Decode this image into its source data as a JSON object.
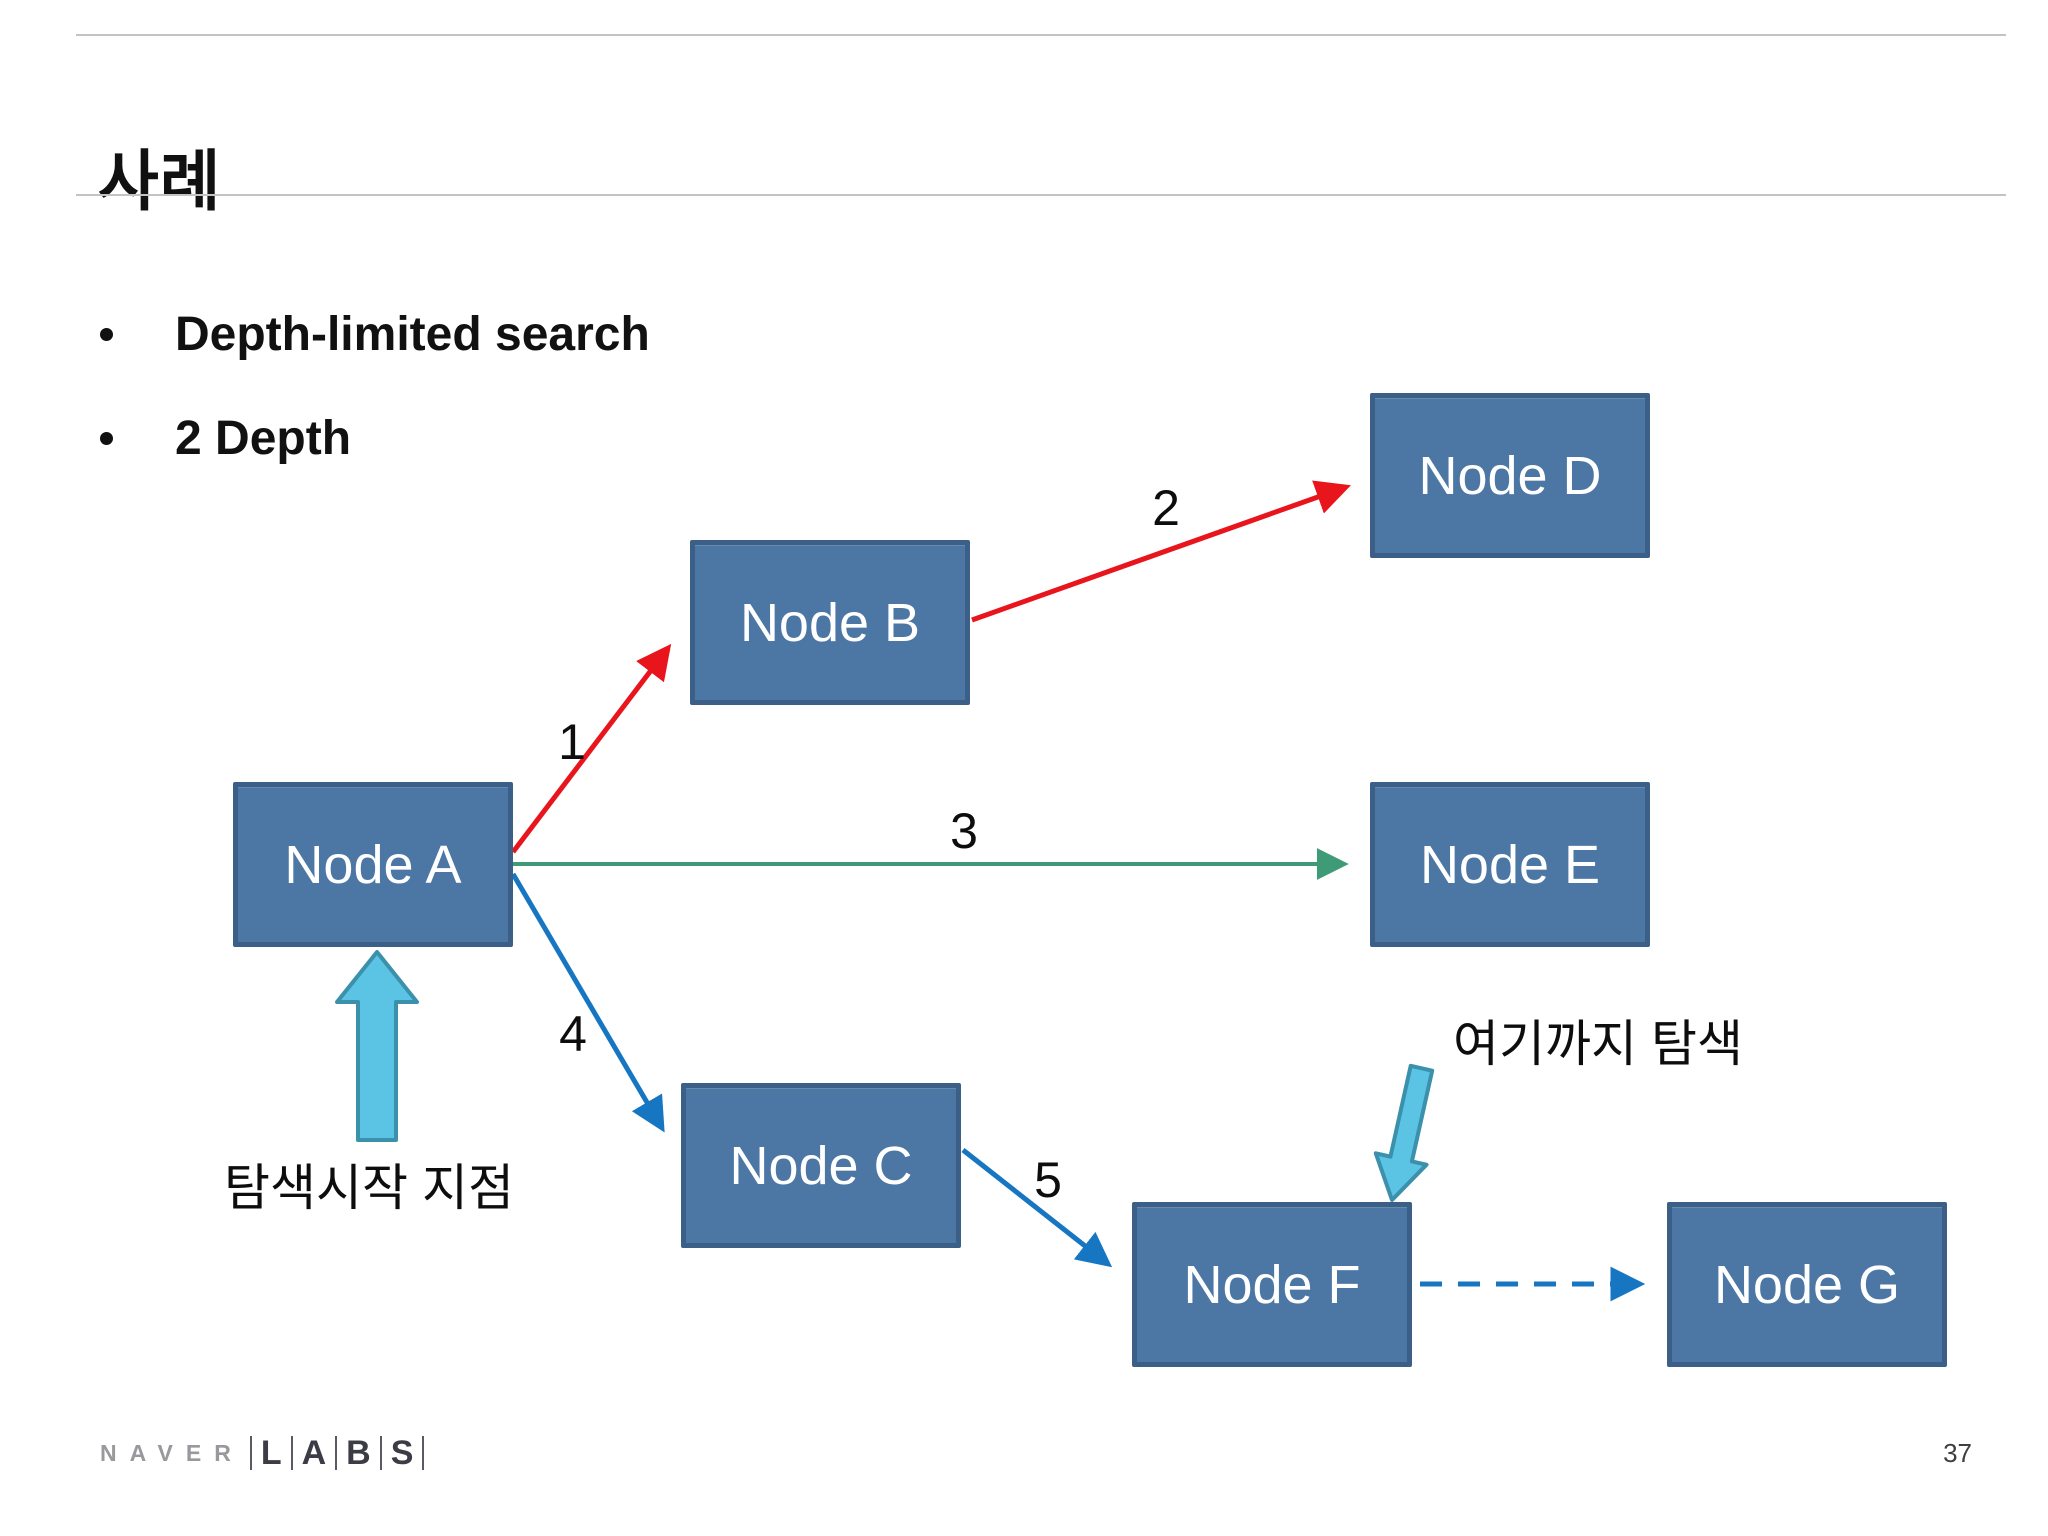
{
  "slide": {
    "title": "사례",
    "page_number": "37"
  },
  "bullets": [
    {
      "label": "Depth-limited search"
    },
    {
      "label": "2 Depth"
    }
  ],
  "nodes": {
    "a": {
      "label": "Node A"
    },
    "b": {
      "label": "Node B"
    },
    "c": {
      "label": "Node C"
    },
    "d": {
      "label": "Node D"
    },
    "e": {
      "label": "Node E"
    },
    "f": {
      "label": "Node F"
    },
    "g": {
      "label": "Node G"
    }
  },
  "edges": {
    "e1": {
      "label": "1",
      "from": "Node A",
      "to": "Node B",
      "color": "#E9151D",
      "style": "solid"
    },
    "e2": {
      "label": "2",
      "from": "Node B",
      "to": "Node D",
      "color": "#E9151D",
      "style": "solid"
    },
    "e3": {
      "label": "3",
      "from": "Node A",
      "to": "Node E",
      "color": "#3F9B77",
      "style": "solid"
    },
    "e4": {
      "label": "4",
      "from": "Node A",
      "to": "Node C",
      "color": "#1776C2",
      "style": "solid"
    },
    "e5": {
      "label": "5",
      "from": "Node C",
      "to": "Node F",
      "color": "#1776C2",
      "style": "solid"
    },
    "e6": {
      "label": "",
      "from": "Node F",
      "to": "Node G",
      "color": "#1776C2",
      "style": "dashed"
    }
  },
  "annotations": {
    "start_point": "탐색시작 지점",
    "search_limit": "여기까지 탐색"
  },
  "logo": {
    "naver": "NAVER",
    "labs": [
      "L",
      "A",
      "B",
      "S"
    ]
  },
  "colors": {
    "node-fill": "#4C77A4",
    "node-border": "#3B5F87",
    "node-text": "#FFFFFF",
    "edge-red": "#E9151D",
    "edge-green": "#3F9B77",
    "edge-blue": "#1776C2",
    "cyan-fill": "#5BC4E4",
    "cyan-border": "#3B90AB",
    "text": "#111111",
    "rule": "#C3C3C3",
    "logo-gray": "#98989D",
    "logo-dark": "#3C3C46",
    "page-gray": "#3F3F3F"
  }
}
